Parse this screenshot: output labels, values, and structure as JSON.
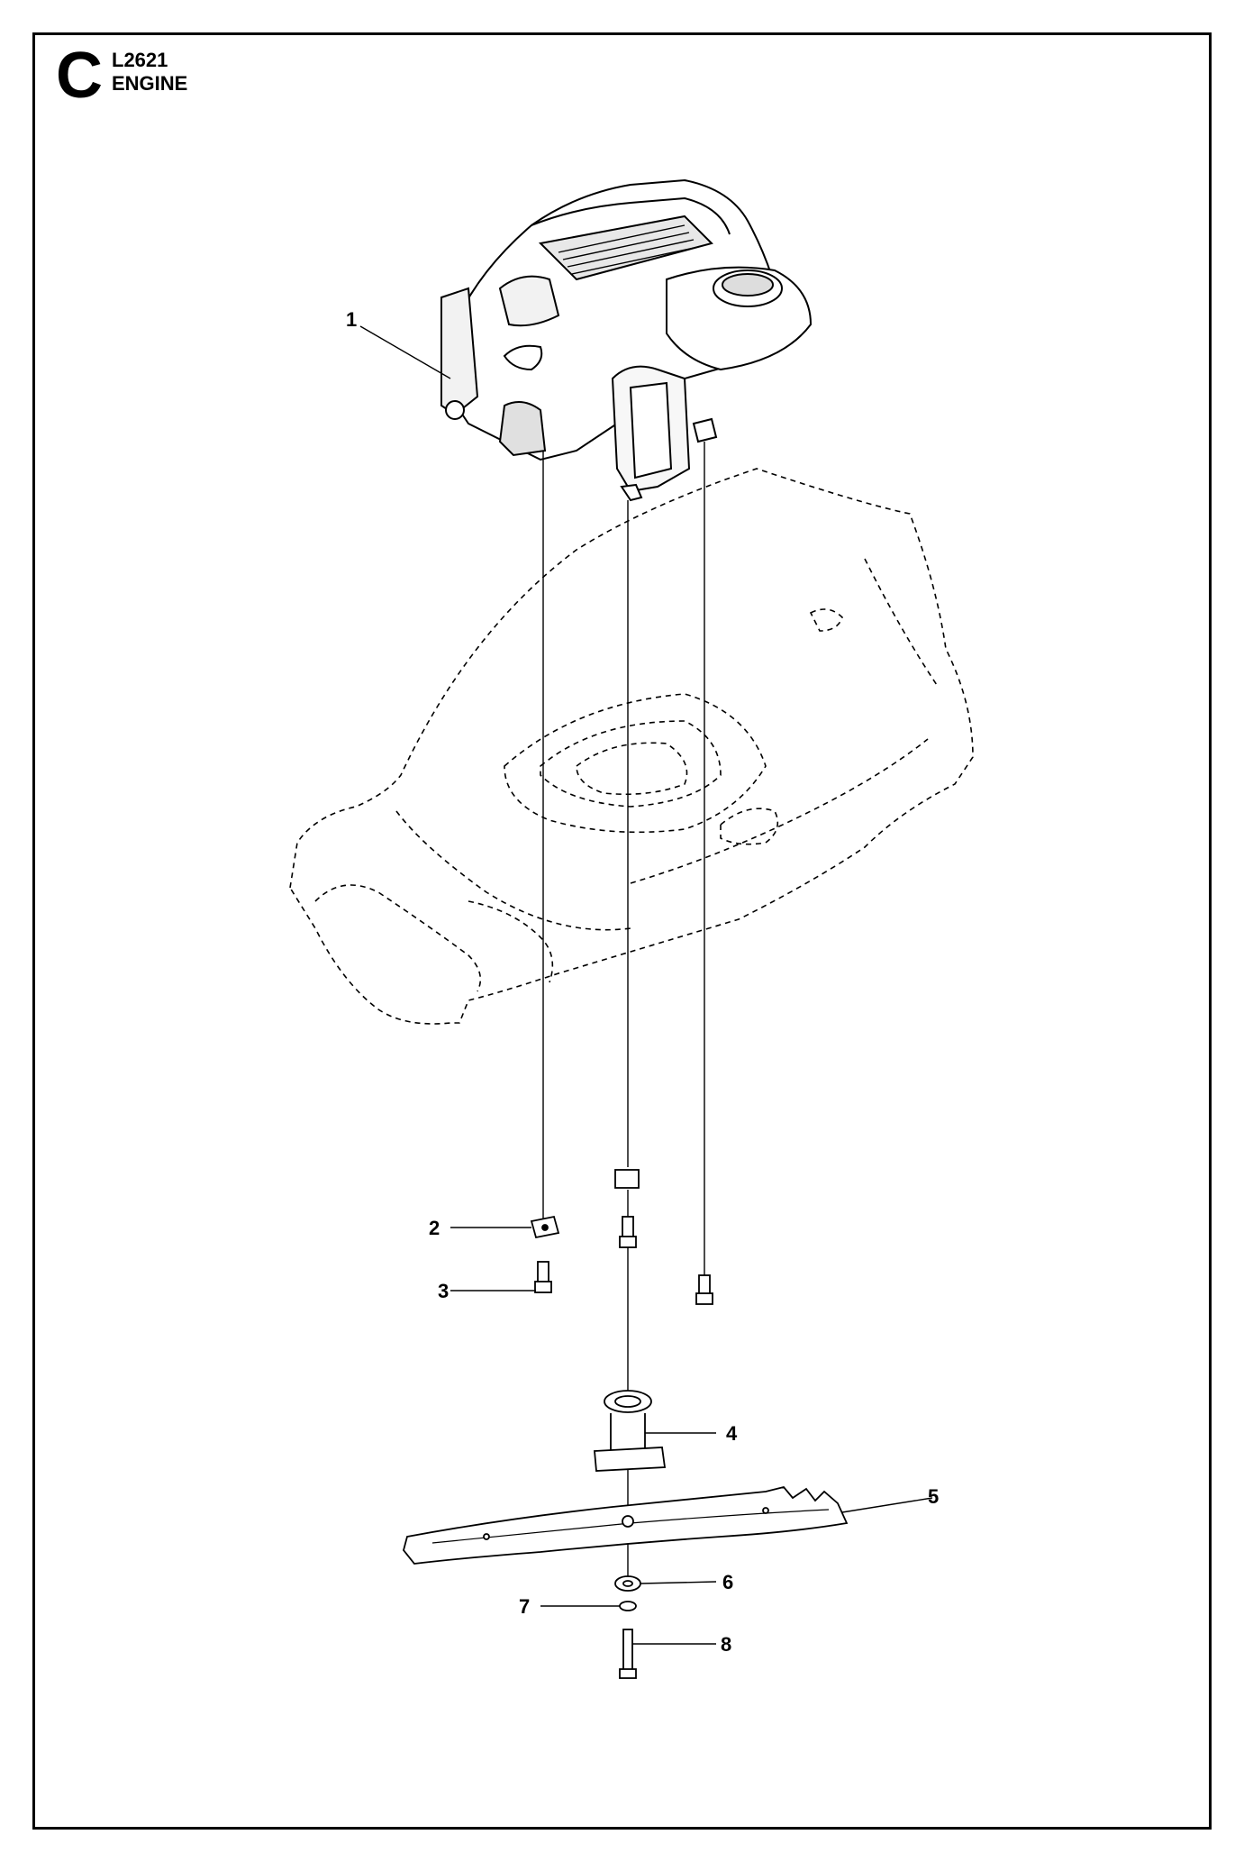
{
  "header": {
    "section_letter": "C",
    "model": "L2621",
    "title": "ENGINE"
  },
  "callouts": [
    {
      "number": "1",
      "part": "engine"
    },
    {
      "number": "2",
      "part": "washer"
    },
    {
      "number": "3",
      "part": "bolt"
    },
    {
      "number": "4",
      "part": "blade-adapter"
    },
    {
      "number": "5",
      "part": "blade"
    },
    {
      "number": "6",
      "part": "washer"
    },
    {
      "number": "7",
      "part": "lock-washer"
    },
    {
      "number": "8",
      "part": "blade-bolt"
    }
  ]
}
